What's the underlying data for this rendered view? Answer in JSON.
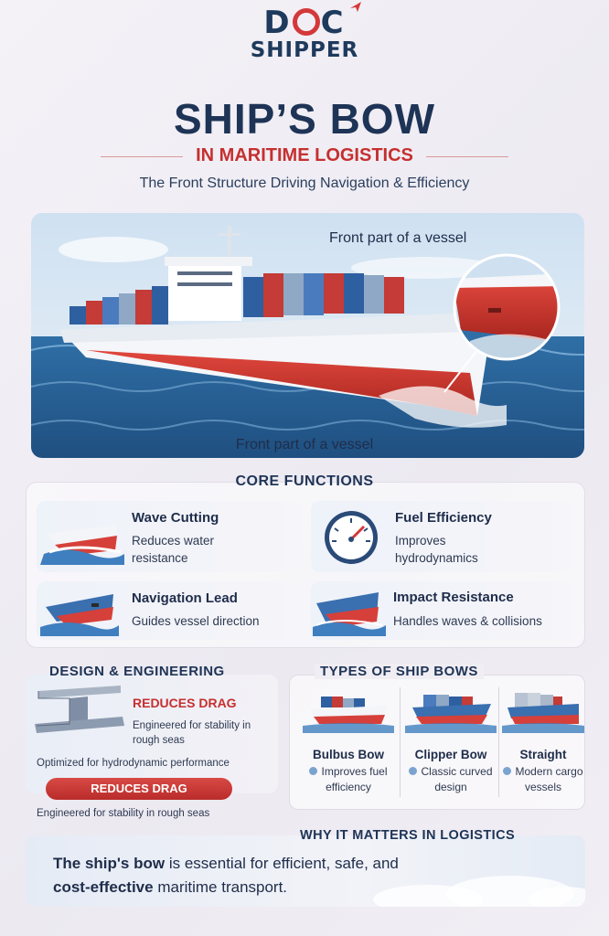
{
  "logo": {
    "line1": "DOC",
    "line2": "SHIPPER"
  },
  "header": {
    "title": "SHIP’S BOW",
    "subtitle": "IN MARITIME LOGISTICS",
    "tagline": "The Front Structure Driving Navigation & Efficiency"
  },
  "hero": {
    "label_top": "Front part of a vessel",
    "label_bottom": "Front part of a vessel"
  },
  "core": {
    "title": "CORE FUNCTIONS",
    "items": [
      {
        "title": "Wave Cutting",
        "desc": "Reduces water resistance",
        "icon": "ship-bow-icon"
      },
      {
        "title": "Fuel Efficiency",
        "desc": "Improves hydrodynamics",
        "icon": "gauge-icon"
      },
      {
        "title": "Navigation Lead",
        "desc": "Guides vessel direction",
        "icon": "ship-bow-icon"
      },
      {
        "title": "Impact Resistance",
        "desc": "Handles waves & collisions",
        "icon": "ship-bow-icon"
      }
    ]
  },
  "design": {
    "title": "DESIGN & ENGINEERING",
    "highlight": "REDUCES DRAG",
    "text1": "Engineered for stability in rough seas",
    "text2": "Optimized for hydrodynamic performance",
    "pill": "REDUCES DRAG",
    "text3": "Engineered for stability in rough seas"
  },
  "types": {
    "title": "TYPES OF SHIP BOWS",
    "items": [
      {
        "name": "Bulbus Bow",
        "desc": "Improves fuel efficiency"
      },
      {
        "name": "Clipper Bow",
        "desc": "Classic curved design"
      },
      {
        "name": "Straight",
        "desc": "Modern cargo vessels"
      }
    ]
  },
  "why": {
    "title": "WHY IT MATTERS IN LOGISTICS",
    "lead": "The ship's bow",
    "mid": " is essential for efficient, safe, and",
    "emph": "cost-effective",
    "tail": " maritime transport."
  },
  "colors": {
    "navy": "#1e3456",
    "red": "#c62f2f",
    "sea": "#2d6fa8"
  }
}
